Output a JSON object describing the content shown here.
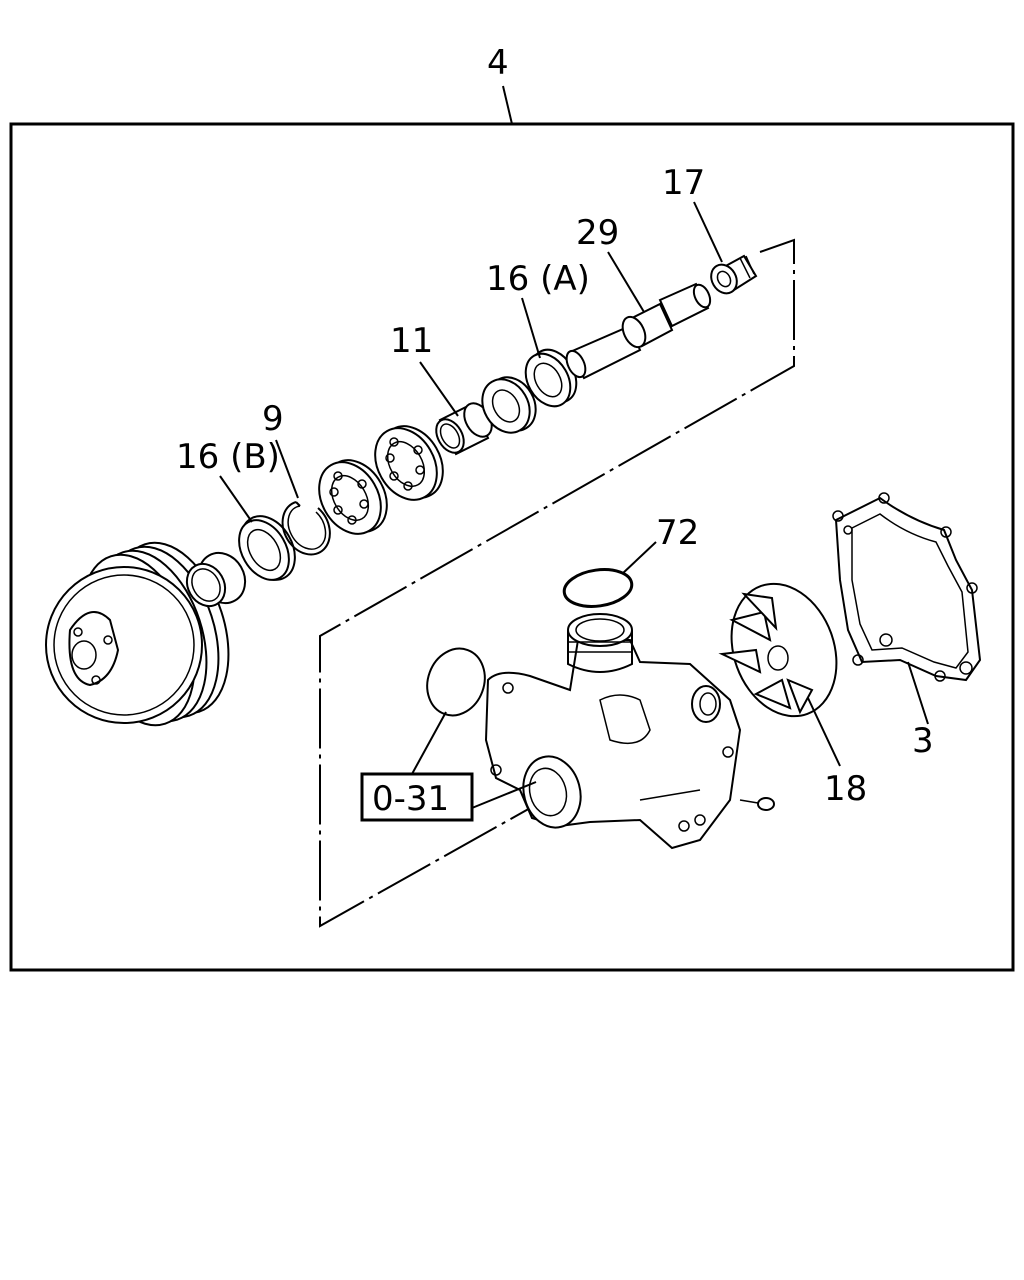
{
  "callouts": {
    "assembly": "4",
    "seal_nut": "17",
    "shaft": "29",
    "seal_a": "16 (A)",
    "spacer": "11",
    "snap_ring": "9",
    "seal_b": "16 (B)",
    "o_ring": "72",
    "impeller": "18",
    "gasket": "3",
    "reference_box": "0-31"
  }
}
